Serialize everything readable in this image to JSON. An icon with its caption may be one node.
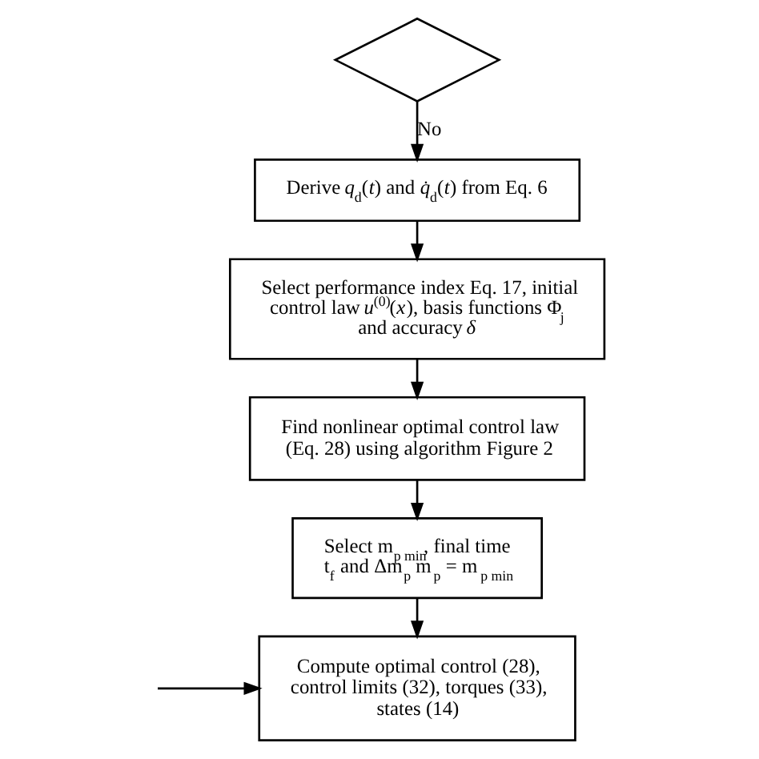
{
  "diagram": {
    "nodes": [
      {
        "text": [],
        "shape": "diamond"
      },
      {
        "text": [
          "Derive *q*$_{d}$(*t*) and *q̇*$_{d}$(*t*) from Eq. 6"
        ]
      },
      {
        "text": [
          "Select performance index Eq. 17, initial control law *u*$^{(0)}$(*x*), basis functions Φ$_{j}$ and accuracy *δ*"
        ]
      },
      {
        "text": [
          "Find nonlinear optimal control law (Eq. 28) using algorithm Figure 2"
        ]
      },
      {
        "text": [
          "Select m$_{p min}$, final time t$_{f}$ and Δm$_{p}$ m$_{p}$ = m$_{p min}$"
        ]
      },
      {
        "text": [
          "Compute optimal control (28), control limits (32), torques (33), states (14)"
        ]
      }
    ],
    "edges": [
      {
        "from": 0,
        "to": 1,
        "arrow": "to",
        "label": "No"
      },
      {
        "from": 1,
        "to": 2,
        "arrow": "to"
      },
      {
        "from": 2,
        "to": 3,
        "arrow": "to"
      },
      {
        "from": 3,
        "to": 4,
        "arrow": "to"
      },
      {
        "from": 4,
        "to": 5,
        "arrow": "to"
      },
      {
        "from": null,
        "to": 5,
        "arrow": "to"
      }
    ]
  }
}
